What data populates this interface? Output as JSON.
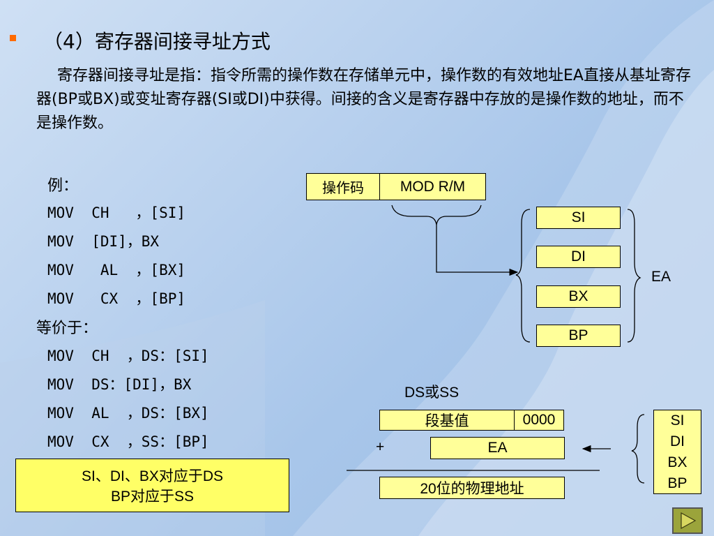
{
  "title": "（4）寄存器间接寻址方式",
  "paragraph": "寄存器间接寻址是指：指令所需的操作数在存储单元中，操作数的有效地址EA直接从基址寄存器(BP或BX)或变址寄存器(SI或DI)中获得。间接的含义是寄存器中存放的是操作数的地址，而不是操作数。",
  "example_label": "例：",
  "examples": [
    "MOV  CH   ，[SI]",
    "MOV  [DI]，BX",
    "MOV   AL  ，[BX]",
    "MOV   CX  ，[BP]"
  ],
  "equivalent_label": "等价于：",
  "equivalents": [
    "MOV  CH  ，DS：[SI]",
    "MOV  DS：[DI]，BX",
    "MOV  AL  ，DS：[BX]",
    "MOV  CX  ，SS：[BP]"
  ],
  "instruction_format": {
    "opcode": "操作码",
    "modrm": "MOD  R/M"
  },
  "registers": [
    "SI",
    "DI",
    "BX",
    "BP"
  ],
  "ea_label": "EA",
  "segment_label": "DS或SS",
  "segment_base": "段基值",
  "zero_suffix": "0000",
  "plus_sign": "+",
  "ea_box": "EA",
  "physical_address": "20位的物理地址",
  "register_stack": [
    "SI",
    "DI",
    "BX",
    "BP"
  ],
  "note": {
    "line1": "SI、DI、BX对应于DS",
    "line2": "BP对应于SS"
  },
  "colors": {
    "bullet": "#ff6a00",
    "box_fill": "#ffff99",
    "note_fill": "#ffff66",
    "nav_button": "#9ba43b"
  },
  "icons": {
    "next": "play-triangle-icon"
  }
}
